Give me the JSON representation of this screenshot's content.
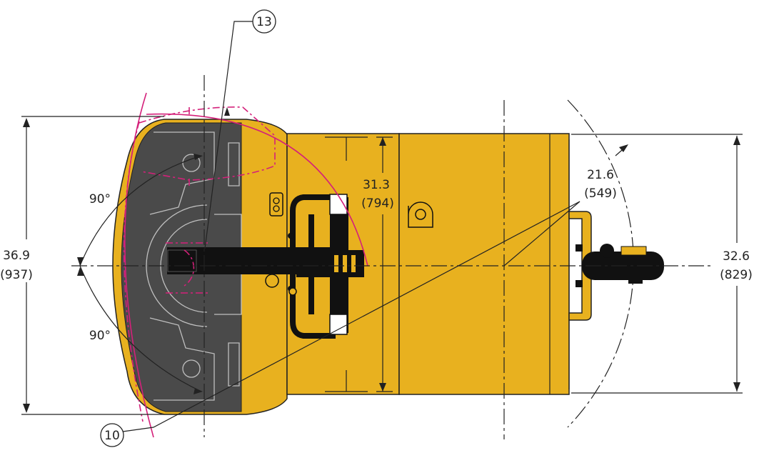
{
  "colors": {
    "body_yellow": "#E8B11F",
    "platform_gray": "#4A4A4A",
    "handle_black": "#111111",
    "swing_magenta": "#D4207A",
    "outline": "#222222"
  },
  "callouts": {
    "top": "13",
    "bottom": "10"
  },
  "angles": {
    "upper": "90°",
    "lower": "90°"
  },
  "dimensions": {
    "overall_width": {
      "value": "36.9",
      "metric": "(937)"
    },
    "inner_width": {
      "value": "31.3",
      "metric": "(794)"
    },
    "radius": {
      "value": "21.6",
      "metric": "(549)"
    },
    "fork_width": {
      "value": "32.6",
      "metric": "(829)"
    }
  }
}
